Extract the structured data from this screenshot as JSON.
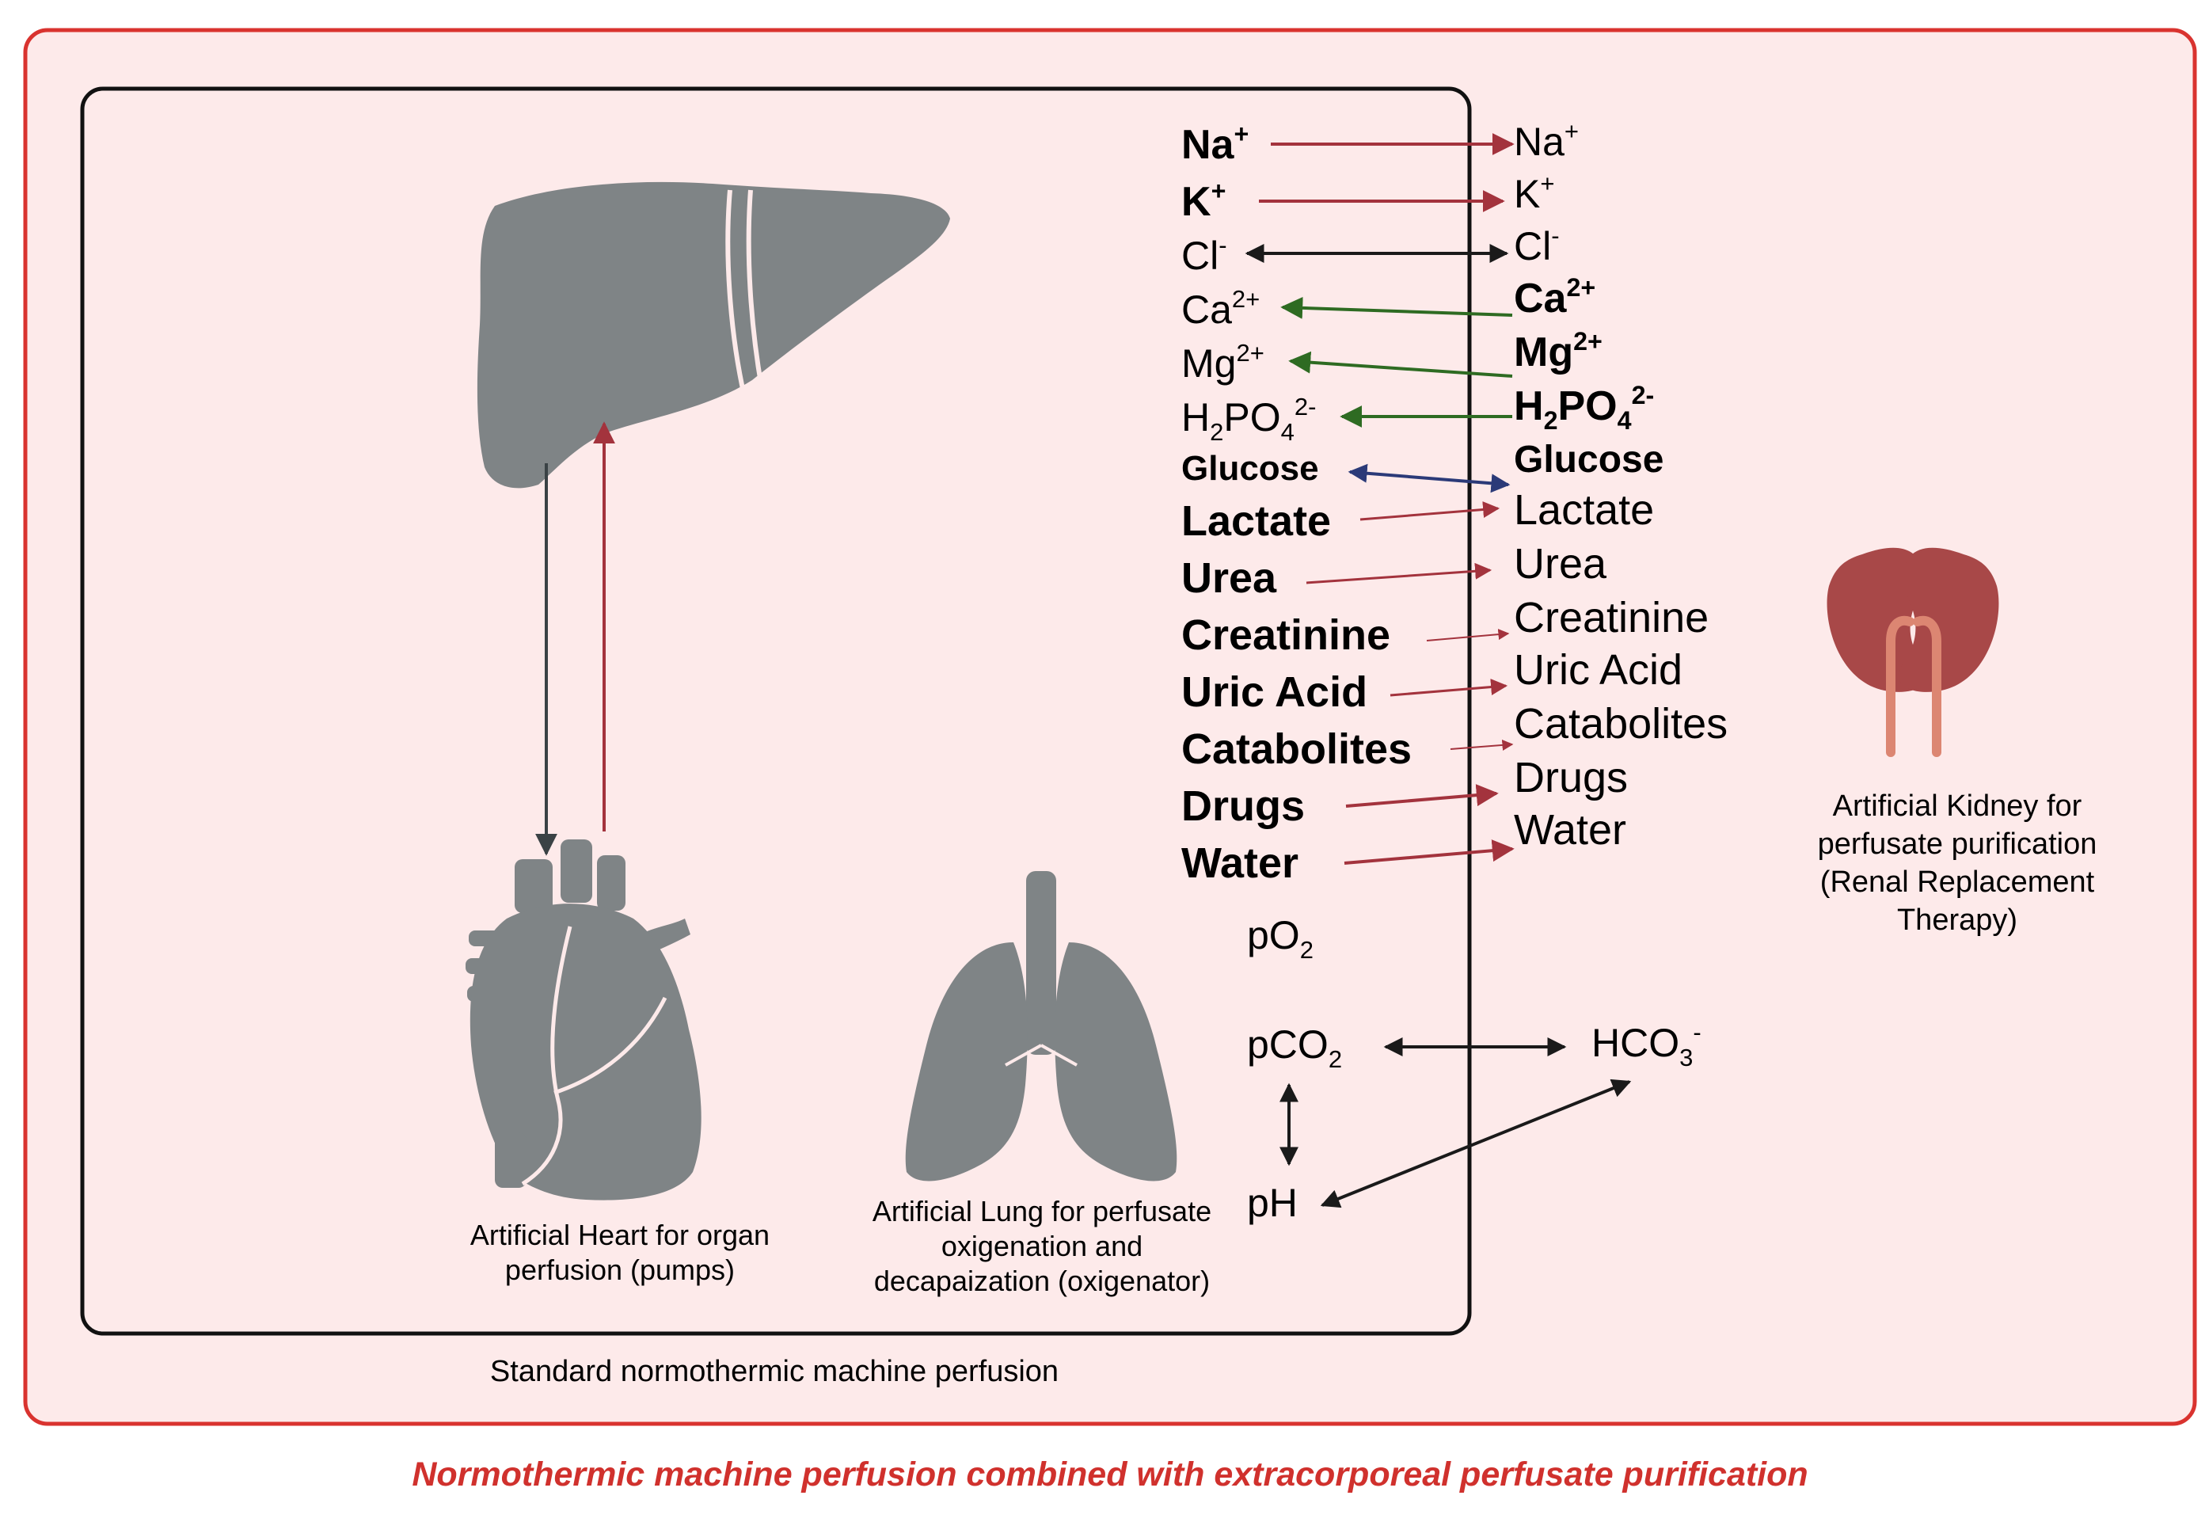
{
  "colors": {
    "outer_fill": "#fdeaea",
    "outer_border": "#d9332f",
    "inner_border": "#111111",
    "organ_gray": "#7f8486",
    "kidney_red": "#a84848",
    "ureter_pink": "#dc8672",
    "arrow_red": "#a3333d",
    "arrow_black": "#1a1a1a",
    "arrow_green": "#2e6b22",
    "arrow_blue": "#2b3a78",
    "arrow_dark_gray": "#3a4245",
    "caption_red": "#d0312d"
  },
  "icons": {
    "liver": "liver-icon",
    "heart": "heart-icon",
    "lungs": "lungs-icon",
    "kidney": "kidneys-icon"
  },
  "labels": {
    "heart_caption": [
      "Artificial Heart for organ",
      "perfusion (pumps)"
    ],
    "lung_caption": [
      "Artificial Lung for perfusate",
      "oxigenation and",
      "decapaization (oxigenator)"
    ],
    "kidney_caption": [
      "Artificial Kidney for",
      "perfusate purification",
      "(Renal Replacement",
      "Therapy)"
    ],
    "inner_box_caption": "Standard normothermic machine perfusion",
    "figure_caption": "Normothermic machine perfusion combined with extracorporeal perfusate purification"
  },
  "solutes_left": [
    {
      "base": "Na",
      "sup": "+"
    },
    {
      "base": "K",
      "sup": "+"
    },
    {
      "base": "Cl",
      "sup": "-"
    },
    {
      "base": "Ca",
      "sup": "2+"
    },
    {
      "base": "Mg",
      "sup": "2+"
    },
    {
      "base": "H",
      "sub1": "2",
      "mid": "PO",
      "sub2": "4",
      "sup": "2-"
    },
    {
      "base": "Glucose"
    },
    {
      "base": "Lactate"
    },
    {
      "base": "Urea"
    },
    {
      "base": "Creatinine"
    },
    {
      "base": "Uric Acid"
    },
    {
      "base": "Catabolites"
    },
    {
      "base": "Drugs"
    },
    {
      "base": "Water"
    }
  ],
  "solutes_right": [
    {
      "base": "Na",
      "sup": "+"
    },
    {
      "base": "K",
      "sup": "+"
    },
    {
      "base": "Cl",
      "sup": "-"
    },
    {
      "base": "Ca",
      "sup": "2+"
    },
    {
      "base": "Mg",
      "sup": "2+"
    },
    {
      "base": "H",
      "sub1": "2",
      "mid": "PO",
      "sub2": "4",
      "sup": "2-"
    },
    {
      "base": "Glucose"
    },
    {
      "base": "Lactate"
    },
    {
      "base": "Urea"
    },
    {
      "base": "Creatinine"
    },
    {
      "base": "Uric Acid"
    },
    {
      "base": "Catabolites"
    },
    {
      "base": "Drugs"
    },
    {
      "base": "Water"
    }
  ],
  "gases": {
    "po2": {
      "base": "pO",
      "sub": "2"
    },
    "pco2": {
      "base": "pCO",
      "sub": "2"
    },
    "hco3": {
      "base": "HCO",
      "sub": "3",
      "sup": "-"
    },
    "ph": "pH"
  }
}
